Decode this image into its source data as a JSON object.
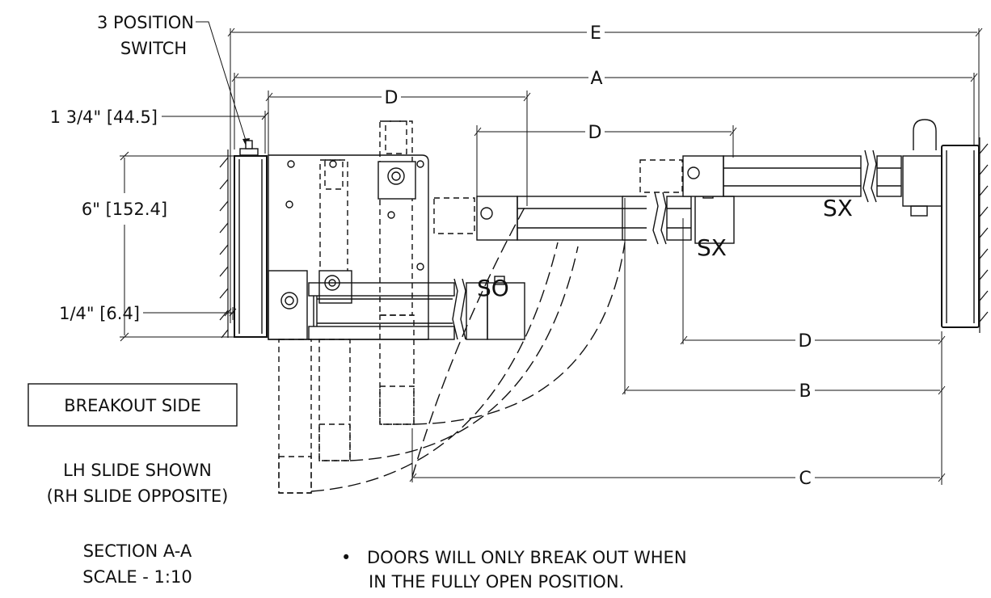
{
  "labels": {
    "switch_line1": "3 POSITION",
    "switch_line2": "SWITCH",
    "dim_1_3_4": "1 3/4\" [44.5]",
    "dim_6": "6\" [152.4]",
    "dim_1_4": "1/4\" [6.4]",
    "breakout_side": "BREAKOUT SIDE",
    "lh_slide": "LH SLIDE SHOWN",
    "rh_slide": "(RH SLIDE OPPOSITE)",
    "section": "SECTION A-A",
    "scale": "SCALE - 1:10",
    "note_line1": "DOORS WILL ONLY BREAK OUT WHEN",
    "note_line2": "IN THE FULLY OPEN POSITION.",
    "bullet": "•"
  },
  "dimensions": {
    "E": "E",
    "A": "A",
    "D": "D",
    "B": "B",
    "C": "C"
  },
  "panels": {
    "SO": "SO",
    "SX": "SX"
  }
}
